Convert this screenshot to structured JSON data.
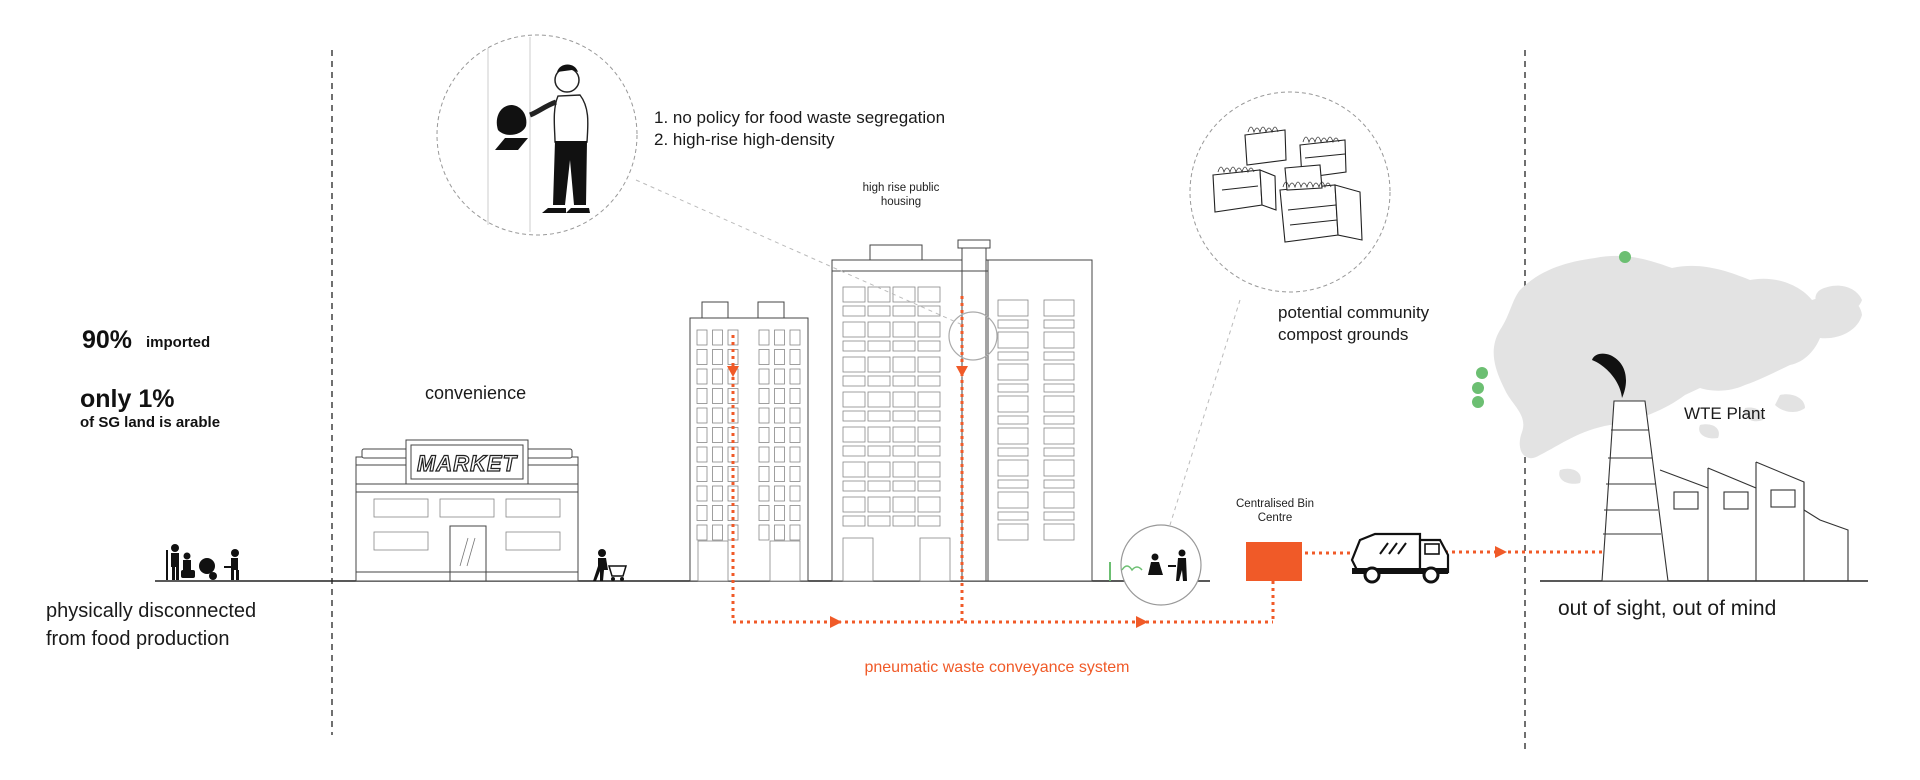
{
  "stats": {
    "imported_value": "90%",
    "imported_label": "imported",
    "arable_value": "only 1%",
    "arable_label": "of SG land is arable"
  },
  "labels": {
    "disconnected_line1": "physically disconnected",
    "disconnected_line2": "from food production",
    "convenience": "convenience",
    "market_sign": "MARKET",
    "issues_line1": "1. no policy for food waste segregation",
    "issues_line2": "2. high-rise high-density",
    "housing_line1": "high rise public",
    "housing_line2": "housing",
    "compost_line1": "potential community",
    "compost_line2": "compost grounds",
    "bin_centre_line1": "Centralised Bin",
    "bin_centre_line2": "Centre",
    "wte_plant": "WTE Plant",
    "out_of_sight": "out of sight, out of mind",
    "pneumatic": "pneumatic waste conveyance system"
  },
  "colors": {
    "accent": "#f05a28",
    "map_fill": "#e3e3e3",
    "green_dot": "#6cbf72",
    "ink": "#1a1a1a"
  },
  "icons": [
    "farmer-icon",
    "shopper-cart-icon",
    "person-trash-icon",
    "compost-box-icon",
    "garbage-truck-icon",
    "smoke-plume-icon",
    "gardeners-icon"
  ]
}
